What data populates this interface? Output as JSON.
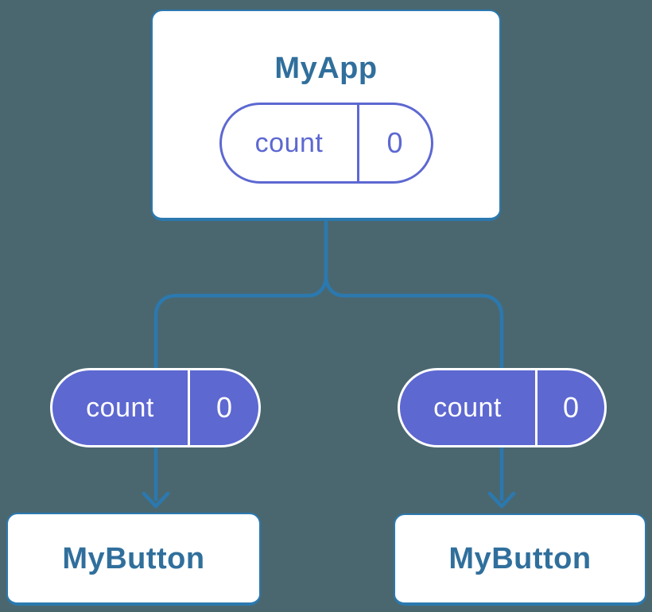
{
  "colors": {
    "bg": "#4A6770",
    "blue": "#2B79AF",
    "card-text": "#306F9C",
    "purple": "#5D68D1",
    "card-bg": "#FFFFFF"
  },
  "tree": {
    "root": {
      "title": "MyApp",
      "state": {
        "name": "count",
        "value": "0"
      }
    },
    "children": [
      {
        "title": "MyButton",
        "prop": {
          "name": "count",
          "value": "0"
        }
      },
      {
        "title": "MyButton",
        "prop": {
          "name": "count",
          "value": "0"
        }
      }
    ]
  }
}
